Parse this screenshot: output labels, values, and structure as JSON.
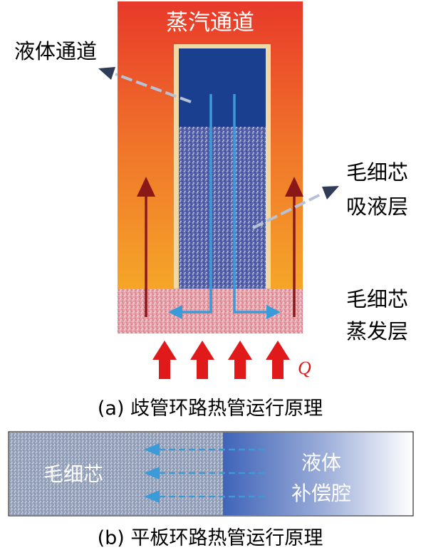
{
  "diagram_a": {
    "vapor_channel": "蒸汽通道",
    "liquid_channel": "液体通道",
    "wick_absorb_line1": "毛细芯",
    "wick_absorb_line2": "吸液层",
    "wick_evap_line1": "毛细芯",
    "wick_evap_line2": "蒸发层",
    "heat_symbol": "Q",
    "caption": "(a) 歧管环路热管运行原理"
  },
  "diagram_b": {
    "wick": "毛细芯",
    "reservoir_line1": "液体",
    "reservoir_line2": "补偿腔",
    "caption": "(b) 平板环路热管运行原理"
  },
  "colors": {
    "vapor_top": "#e8392a",
    "vapor_bottom": "#f7b528",
    "evap_layer": "#e8a0a8",
    "liquid_channel": "#1a3f8f",
    "wick_absorb": "#4a5aa8",
    "flow_line": "#3a9bd8",
    "heat_arrow": "#e01a1a",
    "vapor_arrow": "#8a1818"
  }
}
